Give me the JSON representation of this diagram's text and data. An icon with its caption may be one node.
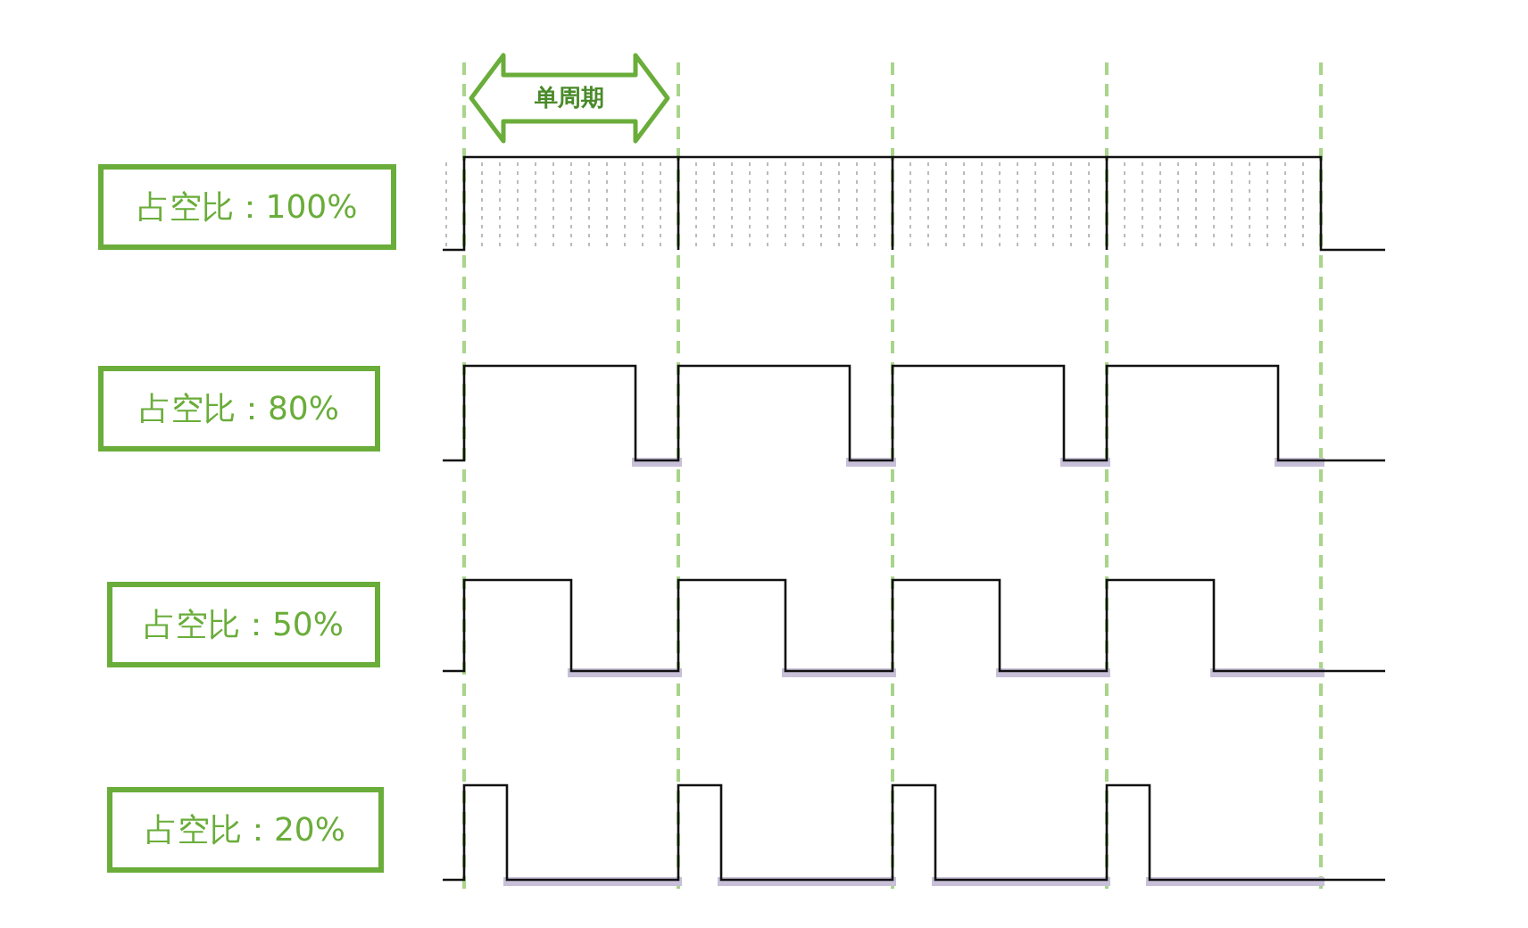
{
  "diagram": {
    "nodes": [
      {
        "text": [
          "单周期"
        ]
      },
      {
        "text": [
          "占空比：100%"
        ]
      },
      {
        "text": [
          "占空比：80%"
        ]
      },
      {
        "text": [
          "占空比：50%"
        ]
      },
      {
        "text": [
          "占空比：20%"
        ]
      }
    ]
  }
}
